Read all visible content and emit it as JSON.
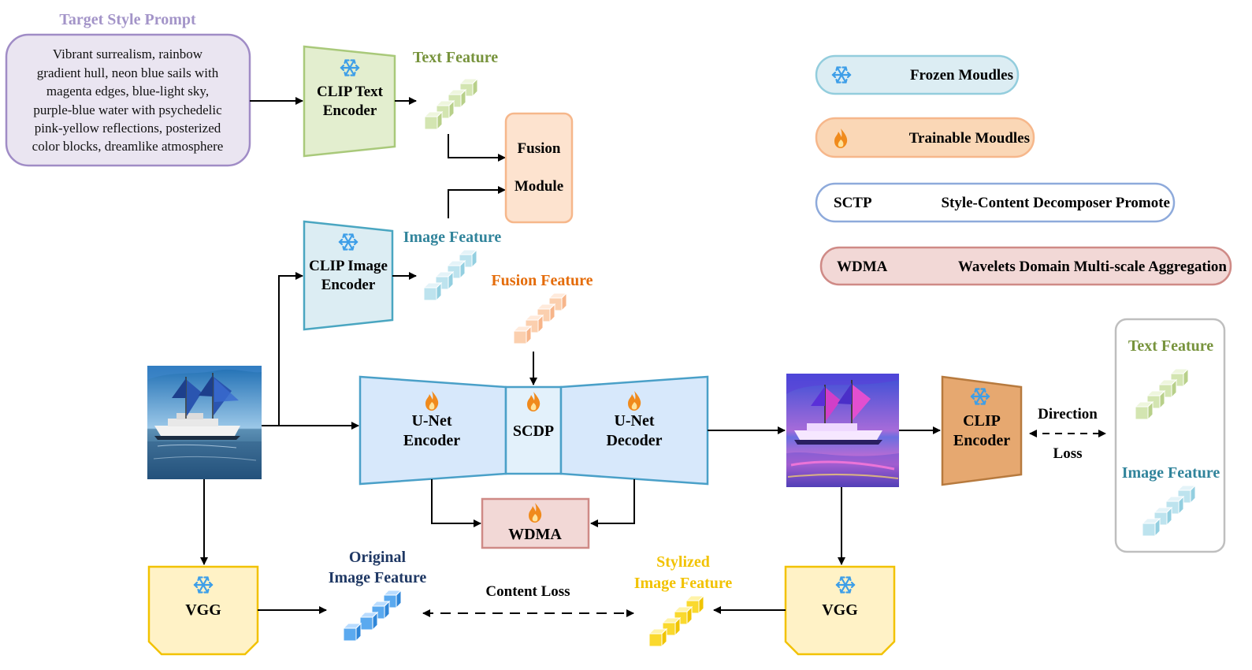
{
  "prompt": {
    "heading": "Target Style Prompt",
    "lines": [
      "Vibrant surrealism, rainbow",
      "gradient hull, neon blue sails with",
      "magenta edges, blue-light sky,",
      "purple-blue water with psychedelic",
      "pink-yellow reflections, posterized",
      "color blocks, dreamlike atmosphere"
    ]
  },
  "clip_text_encoder": {
    "line1": "CLIP Text",
    "line2": "Encoder"
  },
  "clip_image_encoder": {
    "line1": "CLIP Image",
    "line2": "Encoder"
  },
  "fusion_module": {
    "line1": "Fusion",
    "line2": "Module"
  },
  "features": {
    "text": "Text Feature",
    "image": "Image Feature",
    "fusion": "Fusion Feature",
    "original_line1": "Original",
    "original_line2": "Image Feature",
    "stylized_line1": "Stylized",
    "stylized_line2": "Image Feature"
  },
  "unet": {
    "encoder_line1": "U-Net",
    "encoder_line2": "Encoder",
    "middle": "SCDP",
    "decoder_line1": "U-Net",
    "decoder_line2": "Decoder"
  },
  "wdma_block": "WDMA",
  "vgg_left": "VGG",
  "vgg_right": "VGG",
  "content_loss": "Content Loss",
  "clip_encoder": {
    "line1": "CLIP",
    "line2": "Encoder"
  },
  "direction_loss": {
    "line1": "Direction",
    "line2": "Loss"
  },
  "loss_panel": {
    "text": "Text Feature",
    "image": "Image Feature"
  },
  "legend": {
    "frozen": "Frozen Moudles",
    "trainable": "Trainable Moudles",
    "sctp_abbr": "SCTP",
    "sctp_full": "Style-Content Decomposer Promote",
    "wdma_abbr": "WDMA",
    "wdma_full": "Wavelets Domain Multi-scale Aggregation"
  },
  "colors": {
    "text_feature": "#77933c",
    "image_feature": "#31849b",
    "fusion_feature": "#e46c0a",
    "original_feature": "#1f3864",
    "stylized_feature": "#f2c200",
    "prompt_heading": "#a394c8"
  },
  "icons": {
    "frozen": "snowflake-icon",
    "trainable": "flame-icon",
    "input_image": "sailboat-photo",
    "stylized_image": "stylized-sailboat-photo"
  }
}
